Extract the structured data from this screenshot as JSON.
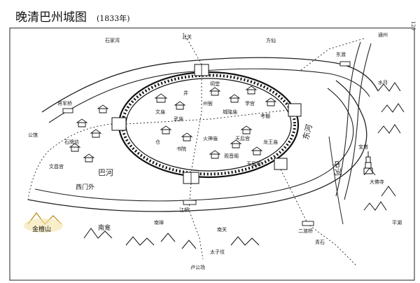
{
  "map": {
    "title": "晚清巴州城图",
    "year": "(1833年)",
    "page_edge_mark": "120",
    "rivers": {
      "east_river": "东河",
      "ba_river": "巴河",
      "mid_river": "中河"
    },
    "mountains": {
      "jinping_shan": "金檀山",
      "dafo_shan": "大佛寺",
      "nanguan": "南龛"
    },
    "bridges": {
      "jiang_bridge": "江桥",
      "er_di_qiao": "二渡桥",
      "jiang_jun_qiao": "将军桥",
      "dong_qiao": "东渡"
    },
    "districts": {
      "xi_men_wai": "西门外",
      "bei_guan": "北关",
      "nan_guan": "南关",
      "shi_jia_wan": "石家湾",
      "lu_gong_chang": "卢公场"
    },
    "inner_city": {
      "ya_men": "州衙",
      "wen_miao": "文庙",
      "wu_miao": "武庙",
      "cheng_huang": "城隍庙",
      "xue_gong": "学宫",
      "kao_peng": "考棚",
      "cang": "仓",
      "shu_yuan": "书院",
      "guan_yin": "观音阁",
      "yu_huang": "玉皇观",
      "tian_hou": "天后宫",
      "long_wang": "龙王庙",
      "huo_shen": "火神庙",
      "ci_tang": "祠堂",
      "jing": "井"
    },
    "outer": {
      "qing_shi": "青石",
      "tai_zi": "太子坟",
      "shi_pai": "石牌坊",
      "bao_ta": "宝塔",
      "wen_chang": "文昌宫",
      "fang_xian": "方仙",
      "shui_yue": "水月",
      "nan_chan": "南禅",
      "gong_guan": "公馆",
      "ping_hu": "平湖",
      "tong_zhou": "通州"
    }
  }
}
